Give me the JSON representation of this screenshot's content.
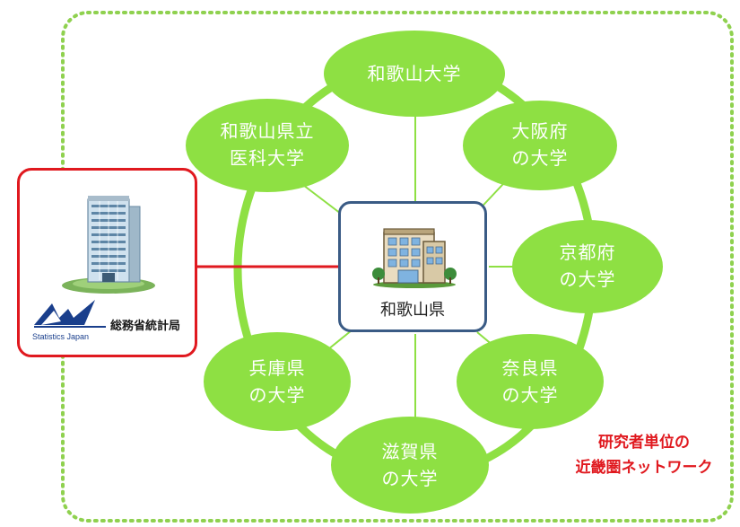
{
  "center": {
    "label": "和歌山県"
  },
  "bureau": {
    "name": "総務省統計局",
    "name_en": "Statistics Japan"
  },
  "nodes": [
    {
      "id": "wakayama-univ",
      "line1": "和歌山大学",
      "line2": ""
    },
    {
      "id": "osaka",
      "line1": "大阪府",
      "line2": "の大学"
    },
    {
      "id": "kyoto",
      "line1": "京都府",
      "line2": "の大学"
    },
    {
      "id": "nara",
      "line1": "奈良県",
      "line2": "の大学"
    },
    {
      "id": "shiga",
      "line1": "滋賀県",
      "line2": "の大学"
    },
    {
      "id": "hyogo",
      "line1": "兵庫県",
      "line2": "の大学"
    },
    {
      "id": "wakayama-med",
      "line1": "和歌山県立",
      "line2": "医科大学"
    }
  ],
  "caption": {
    "line1": "研究者単位の",
    "line2": "近畿圏ネットワーク"
  },
  "colors": {
    "node_fill": "#8ee043",
    "ring": "#8ee043",
    "dotted_border": "#8fd14f",
    "bureau_border": "#e0191f",
    "center_border": "#3a5b85",
    "caption": "#e0191f"
  }
}
